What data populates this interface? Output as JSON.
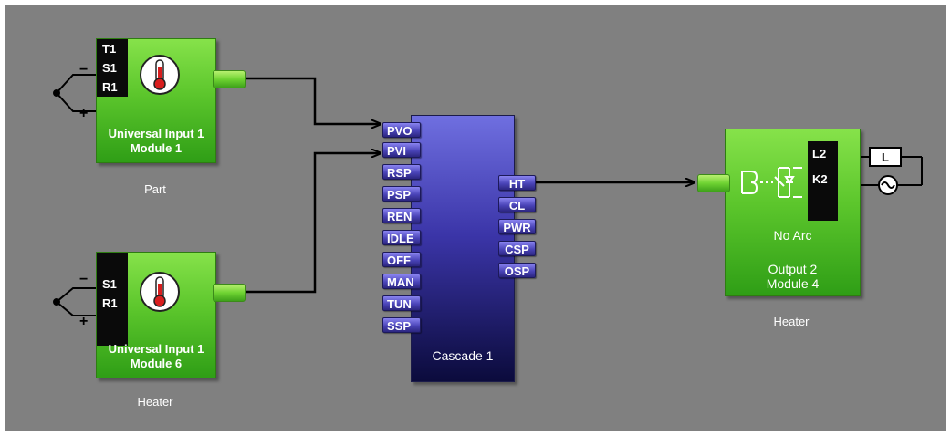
{
  "inputs": [
    {
      "terminals": [
        "T1",
        "S1",
        "R1"
      ],
      "module_line1": "Universal Input 1",
      "module_line2": "Module 1",
      "name": "Part",
      "polarity_minus": "−",
      "polarity_plus": "+"
    },
    {
      "terminals": [
        "S1",
        "R1"
      ],
      "module_line1": "Universal Input 1",
      "module_line2": "Module 6",
      "name": "Heater",
      "polarity_minus": "−",
      "polarity_plus": "+"
    }
  ],
  "cascade": {
    "name": "Cascade 1",
    "input_pins": [
      "PVO",
      "PVI",
      "RSP",
      "PSP",
      "REN",
      "IDLE",
      "OFF",
      "MAN",
      "TUN",
      "SSP"
    ],
    "output_pins": [
      "HT",
      "CL",
      "PWR",
      "CSP",
      "OSP"
    ]
  },
  "output": {
    "terminals": [
      "L2",
      "K2"
    ],
    "mode": "No Arc",
    "module_line1": "Output 2",
    "module_line2": "Module 4",
    "name": "Heater",
    "load_label": "L"
  },
  "colors": {
    "canvas": "#808080",
    "module_green": "#5cc62c",
    "cascade_blue": "#3b35a8",
    "wire": "#000000"
  }
}
